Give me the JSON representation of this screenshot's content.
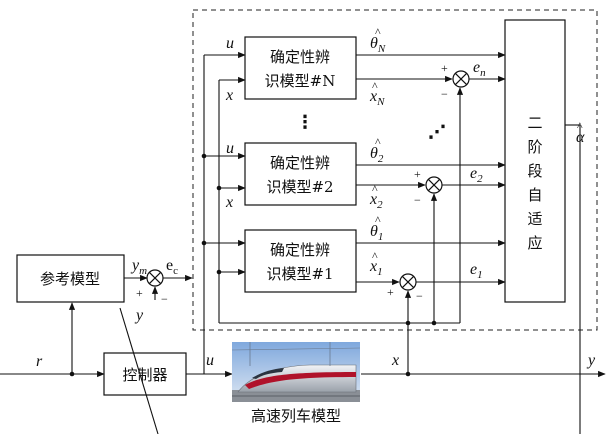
{
  "blocks": {
    "reference_model": "参考模型",
    "controller": "控制器",
    "id_model_n_line1": "确定性辨",
    "id_model_n_line2": "识模型#N",
    "id_model_2_line1": "确定性辨",
    "id_model_2_line2": "识模型#2",
    "id_model_1_line1": "确定性辨",
    "id_model_1_line2": "识模型#1",
    "adaptive_chars": [
      "二",
      "阶",
      "段",
      "自",
      "适",
      "应"
    ],
    "train_model": "高速列车模型"
  },
  "signals": {
    "r": "r",
    "u": "u",
    "x": "x",
    "y": "y",
    "y_m": "y",
    "y_m_sub": "m",
    "e_c": "e",
    "e_c_sub": "c",
    "theta": "θ",
    "theta_n_sub": "N",
    "theta_2_sub": "2",
    "theta_1_sub": "1",
    "x_hat_n_sub": "N",
    "x_hat_2_sub": "2",
    "x_hat_1_sub": "1",
    "e": "e",
    "e_n_sub": "n",
    "e_2_sub": "2",
    "e_1_sub": "1",
    "alpha": "α",
    "vdots": "⋮",
    "ddots": "⋰",
    "plus": "+",
    "minus": "−"
  },
  "colors": {
    "line": "#111111",
    "dashed_border": "#222222",
    "train_sky": "#a9c6ea",
    "train_body": "#d9dde3",
    "train_stripe": "#b0122a",
    "train_ground": "#8a8f96"
  }
}
